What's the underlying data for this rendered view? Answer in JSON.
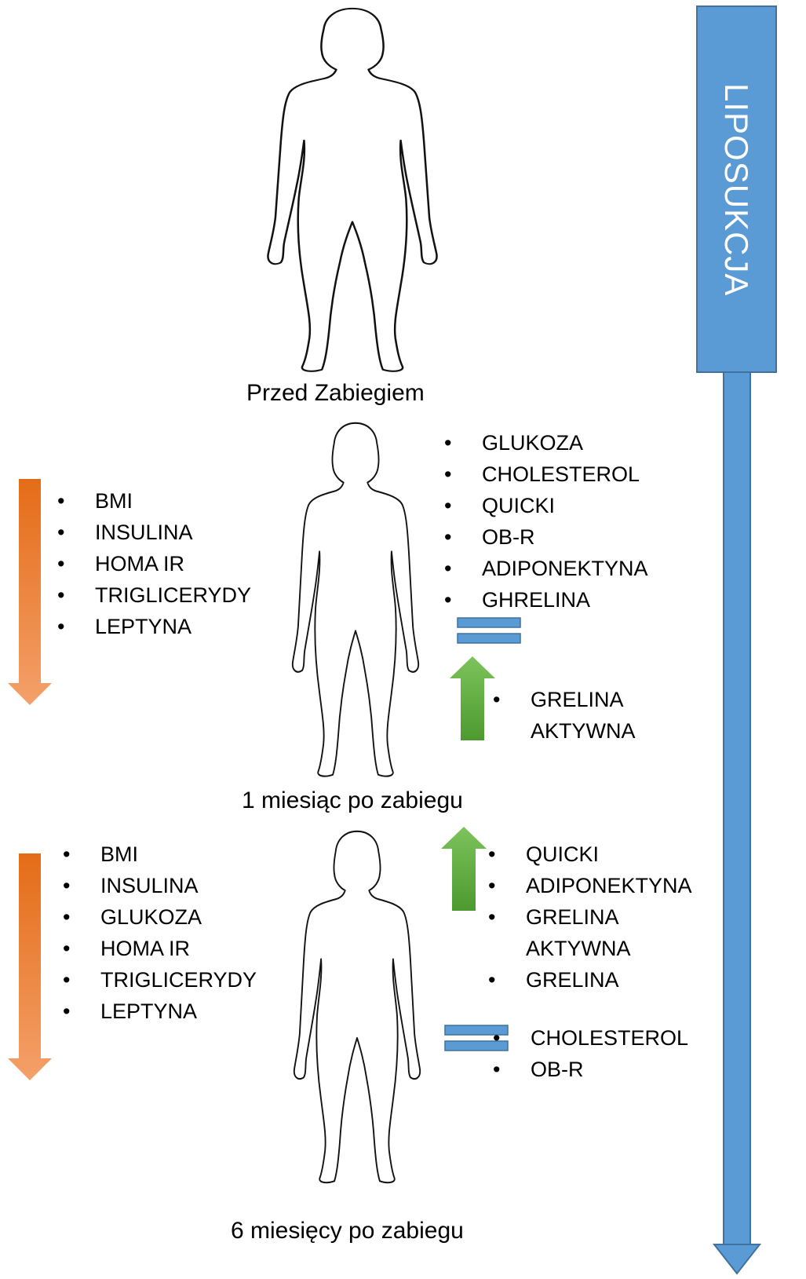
{
  "timeline": {
    "label": "LIPOSUKCJA",
    "color": "#5b9bd5"
  },
  "colors": {
    "decrease": "#ed7d31",
    "increase": "#70ad47",
    "equal": "#5b9bd5"
  },
  "stages": [
    {
      "caption": "Przed Zabiegiem"
    },
    {
      "caption": "1 miesiąc po zabiegu",
      "decreased": [
        "BMI",
        "INSULINA",
        "HOMA IR",
        "TRIGLICERYDY",
        "LEPTYNA"
      ],
      "unchanged": [
        "GLUKOZA",
        "CHOLESTEROL",
        "QUICKI",
        "OB-R",
        "ADIPONEKTYNA",
        "GHRELINA"
      ],
      "increased": [
        "GRELINA",
        "AKTYWNA"
      ]
    },
    {
      "caption": "6 miesięcy po zabiegu",
      "decreased": [
        "BMI",
        "INSULINA",
        "GLUKOZA",
        "HOMA IR",
        "TRIGLICERYDY",
        "LEPTYNA"
      ],
      "increased": [
        "QUICKI",
        "ADIPONEKTYNA",
        "GRELINA",
        "AKTYWNA",
        "GRELINA"
      ],
      "unchanged": [
        "CHOLESTEROL",
        "OB-R"
      ]
    }
  ],
  "icons": {
    "figure": "woman-silhouette-icon",
    "down": "down-arrow-icon",
    "up": "up-arrow-icon",
    "equal": "equals-sign-icon",
    "timeline": "timeline-arrow-icon"
  }
}
